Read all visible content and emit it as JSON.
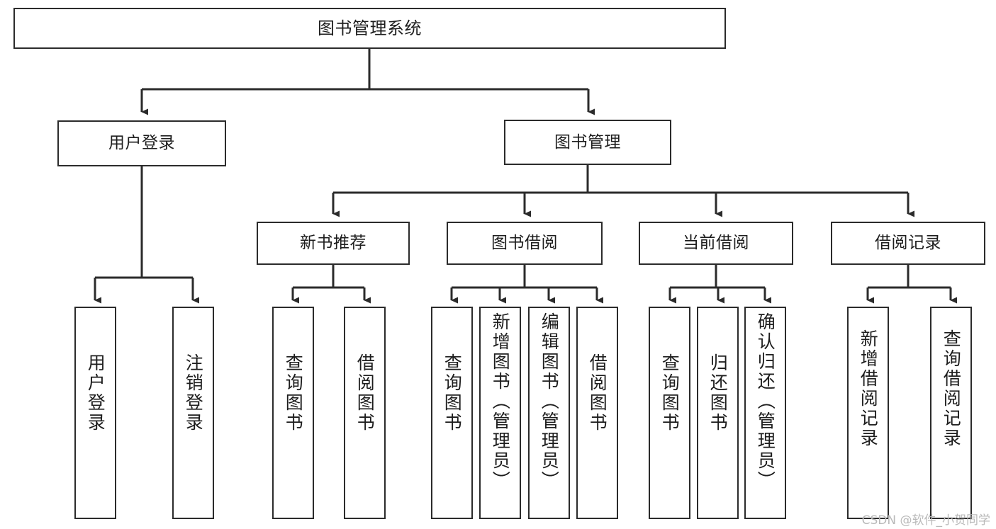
{
  "diagram": {
    "type": "tree-hierarchy",
    "title": "图书管理系统",
    "orientation": "top-down",
    "colors": {
      "box_border": "#2b2b2b",
      "box_fill": "#ffffff",
      "edge": "#2b2b2b",
      "text": "#1d1d1d",
      "watermark": "#b9b9b9"
    }
  },
  "root": {
    "label": "图书管理系统"
  },
  "level2": [
    {
      "id": "user-login",
      "label": "用户登录"
    },
    {
      "id": "book-manage",
      "label": "图书管理"
    }
  ],
  "level3": [
    {
      "id": "new-book-recommend",
      "label": "新书推荐",
      "parent": "book-manage"
    },
    {
      "id": "book-borrow",
      "label": "图书借阅",
      "parent": "book-manage"
    },
    {
      "id": "current-borrow",
      "label": "当前借阅",
      "parent": "book-manage"
    },
    {
      "id": "borrow-record",
      "label": "借阅记录",
      "parent": "book-manage"
    }
  ],
  "leaves": {
    "user_login": [
      {
        "id": "leaf-user-login",
        "label": "用户登录"
      },
      {
        "id": "leaf-logout-login",
        "label": "注销登录"
      }
    ],
    "new_book_recommend": [
      {
        "id": "leaf-query-book-1",
        "label": "查询图书"
      },
      {
        "id": "leaf-borrow-book-1",
        "label": "借阅图书"
      }
    ],
    "book_borrow": [
      {
        "id": "leaf-query-book-2",
        "label": "查询图书"
      },
      {
        "id": "leaf-add-book",
        "label": "新增图书（管理员）"
      },
      {
        "id": "leaf-edit-book",
        "label": "编辑图书（管理员）"
      },
      {
        "id": "leaf-borrow-book-2",
        "label": "借阅图书"
      }
    ],
    "current_borrow": [
      {
        "id": "leaf-query-book-3",
        "label": "查询图书"
      },
      {
        "id": "leaf-return-book",
        "label": "归还图书"
      },
      {
        "id": "leaf-confirm-return",
        "label": "确认归还（管理员）"
      }
    ],
    "borrow_record": [
      {
        "id": "leaf-add-record",
        "label": "新增借阅记录"
      },
      {
        "id": "leaf-query-record",
        "label": "查询借阅记录"
      }
    ]
  },
  "watermark": {
    "text": "CSDN @软件_小贺同学"
  }
}
